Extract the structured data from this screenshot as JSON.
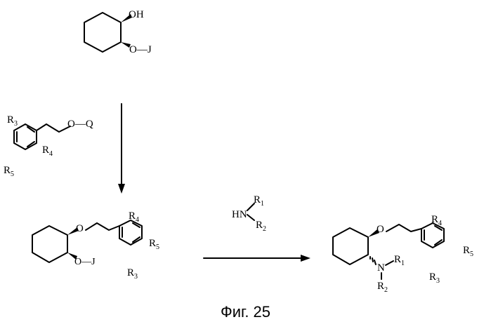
{
  "figure": {
    "caption": "Фиг. 25"
  },
  "labels": {
    "oh": "OH",
    "o_j": "O—J",
    "o_q": "O—Q",
    "r3": "R",
    "r3_sub": "3",
    "r4": "R",
    "r4_sub": "4",
    "r5": "R",
    "r5_sub": "5",
    "o": "O",
    "j": "J",
    "hn": "HN",
    "n": "N",
    "r1": "R",
    "r1_sub": "1",
    "r2": "R",
    "r2_sub": "2"
  }
}
